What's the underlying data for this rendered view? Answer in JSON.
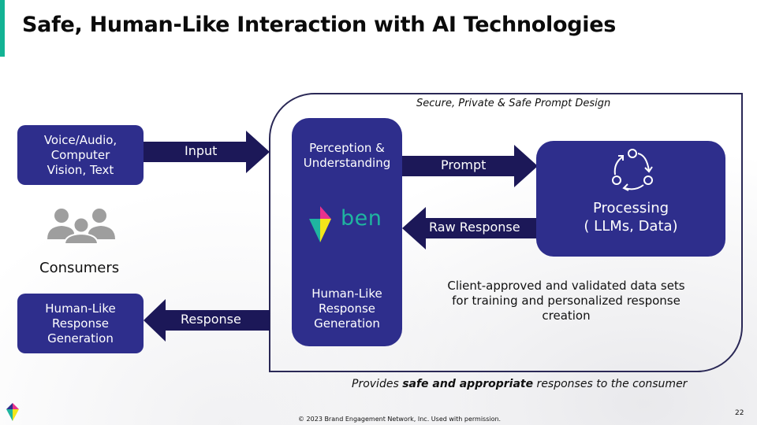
{
  "slide": {
    "title": "Safe, Human-Like Interaction with AI Technologies",
    "page_number": "22",
    "copyright": "© 2023 Brand Engagement Network, Inc. Used with permission.",
    "colors": {
      "accent": "#13b394",
      "box_fill": "#2e2e8c",
      "arrow_fill": "#1c1858",
      "frame_border": "#2a2856",
      "logo_text": "#1fb5a0"
    }
  },
  "diagram": {
    "secure_frame_label": "Secure, Private & Safe Prompt Design",
    "input_box": "Voice/Audio, Computer Vision, Text",
    "input_box_lines": [
      "Voice/Audio,",
      "Computer",
      "Vision, Text"
    ],
    "input_arrow_label": "Input",
    "consumers_icon": "people-group-icon",
    "consumers_label": "Consumers",
    "output_box_lines": [
      "Human-Like",
      "Response",
      "Generation"
    ],
    "response_arrow_label": "Response",
    "ben_box": {
      "top_lines": [
        "Perception &",
        "Understanding"
      ],
      "logo_text": "ben",
      "logo_icon": "kite-logo-icon",
      "bottom_lines": [
        "Human-Like",
        "Response",
        "Generation"
      ]
    },
    "prompt_arrow_label": "Prompt",
    "raw_response_arrow_label": "Raw Response",
    "processing_box": {
      "icon": "cycle-arrows-icon",
      "lines": [
        "Processing",
        "( LLMs, Data)"
      ]
    },
    "client_text": "Client-approved and validated data sets for training and personalized response creation",
    "provides": {
      "prefix": "Provides ",
      "emphasis": "safe and appropriate",
      "suffix": " responses to the consumer"
    }
  }
}
